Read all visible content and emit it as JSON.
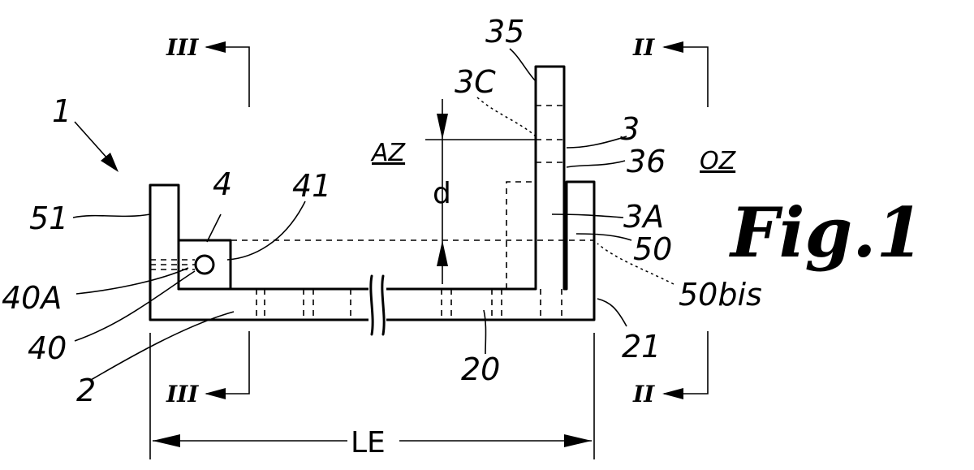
{
  "figure": {
    "title": "Fig.1"
  },
  "zones": {
    "az": "AZ",
    "oz": "OZ"
  },
  "sections": {
    "iii_top": "III",
    "iii_bottom": "III",
    "ii_top": "II",
    "ii_bottom": "II"
  },
  "dimensions": {
    "width": "LE",
    "offset": "d"
  },
  "references": {
    "r1": "1",
    "r2": "2",
    "r20": "20",
    "r21": "21",
    "r3": "3",
    "r3a": "3A",
    "r3c": "3C",
    "r35": "35",
    "r36": "36",
    "r4": "4",
    "r40": "40",
    "r40a": "40A",
    "r41": "41",
    "r50": "50",
    "r50bis": "50bis",
    "r51": "51"
  }
}
